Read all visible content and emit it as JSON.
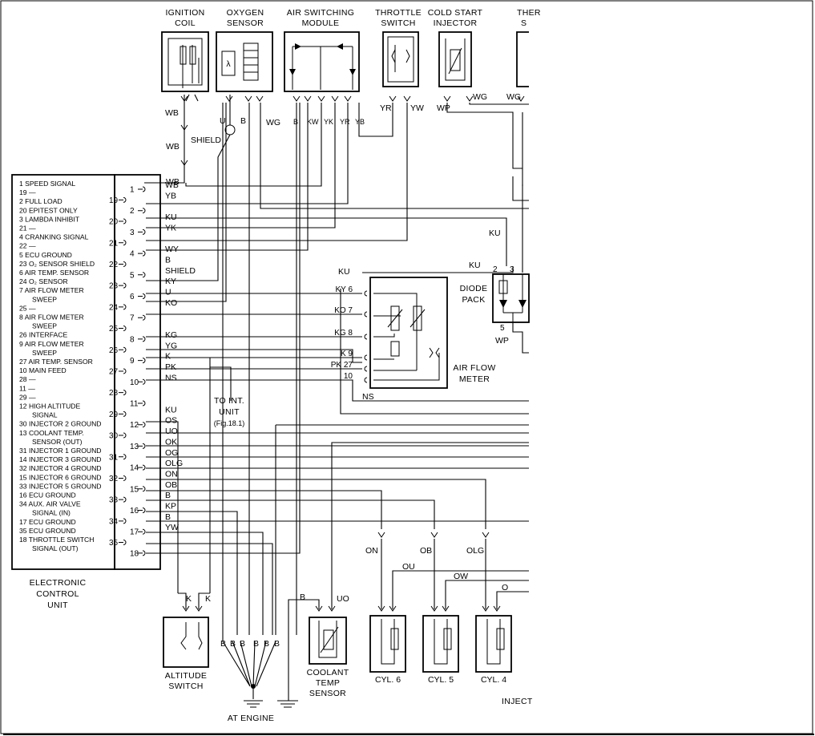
{
  "components": {
    "ignition_coil": [
      "IGNITION",
      "COIL"
    ],
    "oxygen_sensor": [
      "OXYGEN",
      "SENSOR"
    ],
    "air_switching_module": [
      "AIR SWITCHING",
      "MODULE"
    ],
    "throttle_switch": [
      "THROTTLE",
      "SWITCH"
    ],
    "cold_start_injector": [
      "COLD START",
      "INJECTOR"
    ],
    "thermo_switch_partial": [
      "THER",
      "S"
    ],
    "diode_pack": [
      "DIODE",
      "PACK"
    ],
    "air_flow_meter": [
      "AIR FLOW",
      "METER"
    ],
    "ecu": [
      "ELECTRONIC",
      "CONTROL",
      "UNIT"
    ],
    "altitude_switch": [
      "ALTITUDE",
      "SWITCH"
    ],
    "coolant_temp_sensor": [
      "COOLANT",
      "TEMP",
      "SENSOR"
    ],
    "to_int_unit": [
      "TO INT.",
      "UNIT",
      "(Fig.18.1)"
    ],
    "cyl6": "CYL. 6",
    "cyl5": "CYL. 5",
    "cyl4": "CYL. 4",
    "at_engine": "AT ENGINE",
    "injectors_partial": "INJECT",
    "shield": "SHIELD"
  },
  "ecu_pin_legend": [
    "1  SPEED SIGNAL",
    "19  —",
    "2  FULL LOAD",
    "20  EPITEST ONLY",
    "3  LAMBDA INHIBIT",
    "21  —",
    "4  CRANKING SIGNAL",
    "22  —",
    "5  ECU GROUND",
    "23  O₂ SENSOR SHIELD",
    "6  AIR TEMP. SENSOR",
    "24  O₂ SENSOR",
    "7  AIR FLOW METER",
    "SWEEP",
    "25  —",
    "8  AIR FLOW METER",
    "SWEEP",
    "26  INTERFACE",
    "9  AIR FLOW METER",
    "SWEEP",
    "27  AIR TEMP. SENSOR",
    "10  MAIN FEED",
    "28  —",
    "11  —",
    "29  —",
    "12  HIGH ALTITUDE",
    "SIGNAL",
    "30  INJECTOR 2 GROUND",
    "13  COOLANT TEMP.",
    "SENSOR (OUT)",
    "31  INJECTOR 1 GROUND",
    "14  INJECTOR 3 GROUND",
    "32  INJECTOR 4 GROUND",
    "15  INJECTOR 6 GROUND",
    "33  INJECTOR 5 GROUND",
    "16  ECU GROUND",
    "34  AUX. AIR VALVE",
    "SIGNAL (IN)",
    "17  ECU GROUND",
    "35  ECU GROUND",
    "18  THROTTLE SWITCH",
    "SIGNAL (OUT)"
  ],
  "ecu_pins": [
    {
      "num": "1",
      "wire": "WB"
    },
    {
      "num": "19",
      "wire": "YB"
    },
    {
      "num": "2",
      "wire": ""
    },
    {
      "num": "20",
      "wire": "KU"
    },
    {
      "num": "3",
      "wire": "YK"
    },
    {
      "num": "21",
      "wire": ""
    },
    {
      "num": "4",
      "wire": "WY"
    },
    {
      "num": "22",
      "wire": "B"
    },
    {
      "num": "5",
      "wire": "SHIELD"
    },
    {
      "num": "23",
      "wire": "KY"
    },
    {
      "num": "6",
      "wire": "U"
    },
    {
      "num": "24",
      "wire": "KO"
    },
    {
      "num": "7",
      "wire": ""
    },
    {
      "num": "25",
      "wire": ""
    },
    {
      "num": "8",
      "wire": "KG"
    },
    {
      "num": "26",
      "wire": "YG"
    },
    {
      "num": "9",
      "wire": "K"
    },
    {
      "num": "27",
      "wire": "PK"
    },
    {
      "num": "10",
      "wire": "NS"
    },
    {
      "num": "28",
      "wire": ""
    },
    {
      "num": "11",
      "wire": ""
    },
    {
      "num": "29",
      "wire": "KU"
    },
    {
      "num": "12",
      "wire": "OS"
    },
    {
      "num": "30",
      "wire": "UO"
    },
    {
      "num": "13",
      "wire": "OK"
    },
    {
      "num": "31",
      "wire": "OG"
    },
    {
      "num": "14",
      "wire": "OLG"
    },
    {
      "num": "32",
      "wire": "ON"
    },
    {
      "num": "15",
      "wire": "OB"
    },
    {
      "num": "33",
      "wire": "B"
    },
    {
      "num": "16",
      "wire": "KP"
    },
    {
      "num": "34",
      "wire": "B"
    },
    {
      "num": "17",
      "wire": "YW"
    },
    {
      "num": "35",
      "wire": ""
    },
    {
      "num": "18",
      "wire": ""
    }
  ],
  "afm_pins": [
    {
      "wire": "KY",
      "num": "6"
    },
    {
      "wire": "KO",
      "num": "7"
    },
    {
      "wire": "KG",
      "num": "8"
    },
    {
      "wire": "K",
      "num": "9"
    },
    {
      "wire": "PK",
      "num": "27"
    },
    {
      "wire": "",
      "num": "10"
    }
  ],
  "top_wires": {
    "ignition": [
      "WB",
      "WB",
      "WB"
    ],
    "oxygen": [
      "U",
      "B",
      "WG"
    ],
    "air_switching": [
      "B",
      "KW",
      "YK",
      "YR",
      "YB"
    ],
    "throttle": [
      "YR",
      "YW"
    ],
    "cold_start": [
      "WP",
      "WG"
    ],
    "thermo": "WG"
  },
  "diode_pack": {
    "pins": [
      "2",
      "3",
      "5"
    ],
    "wires": [
      "KU",
      "KU",
      "WP"
    ]
  },
  "misc_wires": {
    "afm_ku": "KU",
    "afm_ns": "NS",
    "injector_wires": [
      "ON",
      "OB",
      "OLG",
      "OU",
      "OW",
      "O"
    ],
    "altitude": [
      "K",
      "K"
    ],
    "coolant": [
      "B",
      "UO"
    ],
    "grounds": [
      "B",
      "B",
      "B",
      "B",
      "B",
      "B"
    ],
    "shield_ku": "KU"
  }
}
